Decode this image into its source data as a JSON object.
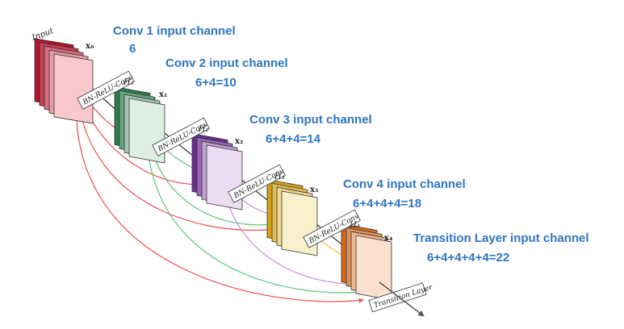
{
  "diagram": {
    "input_label": "Input",
    "feature_labels": [
      "x₀",
      "x₁",
      "x₂",
      "x₃",
      "x₄"
    ],
    "composite_labels": [
      "H₁",
      "H₂",
      "H₃",
      "H₄"
    ],
    "block_label": "BN-ReLU-Conv",
    "transition_label": "Transition Layer",
    "colors": {
      "input": "#b3132b",
      "h1": "#2e7d4f",
      "h2": "#6a2c91",
      "h3": "#d4a017",
      "h4": "#d2691e",
      "arrow_red": "#ef4b4b",
      "arrow_green": "#5cc27a",
      "arrow_purple": "#c58ad8",
      "arrow_yellow": "#f2c230",
      "annotation_text": "#2f74c0"
    }
  },
  "annotations": [
    {
      "title": "Conv 1 input channel",
      "value": "6"
    },
    {
      "title": "Conv 2 input channel",
      "value": "6+4=10"
    },
    {
      "title": "Conv 3 input channel",
      "value": "6+4+4=14"
    },
    {
      "title": "Conv 4 input channel",
      "value": "6+4+4+4=18"
    },
    {
      "title": "Transition Layer input channel",
      "value": "6+4+4+4+4=22"
    }
  ]
}
